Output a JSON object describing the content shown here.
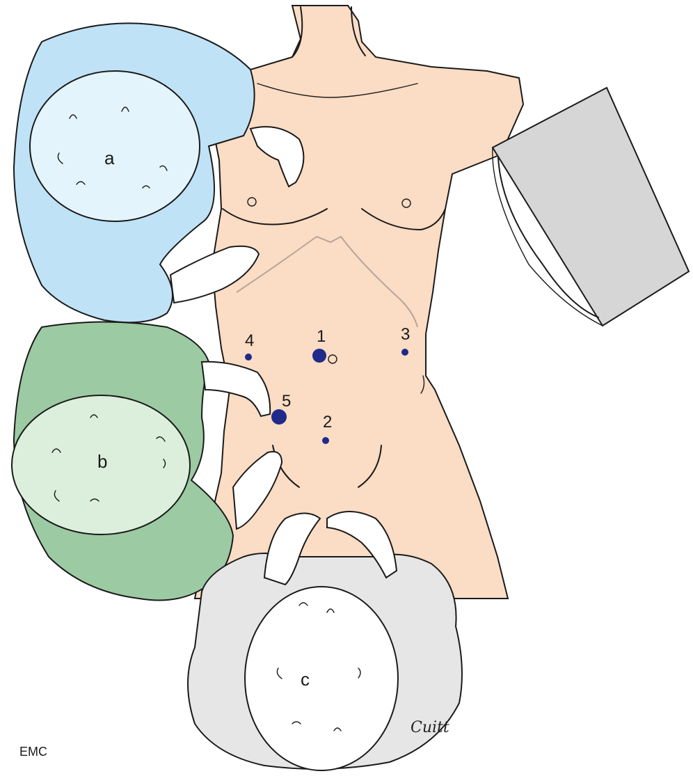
{
  "figure": {
    "team": [
      {
        "key": "a",
        "label": "a",
        "color": "#bfe2f6",
        "head_color": "#e4f4fc"
      },
      {
        "key": "b",
        "label": "b",
        "color": "#9ccaa3",
        "head_color": "#dcefdc"
      },
      {
        "key": "c",
        "label": "c",
        "color": "#e6e6e6",
        "head_color": "#ffffff"
      }
    ],
    "ports": [
      {
        "label": "1",
        "size": "large"
      },
      {
        "label": "2",
        "size": "small"
      },
      {
        "label": "3",
        "size": "small"
      },
      {
        "label": "4",
        "size": "small"
      },
      {
        "label": "5",
        "size": "large"
      }
    ],
    "port_color": "#1f2a8a",
    "skin_color": "#fbdcc4",
    "monitor_color": "#d6d6d6",
    "signature": "Cuitt",
    "publisher_mark": "EMC"
  }
}
